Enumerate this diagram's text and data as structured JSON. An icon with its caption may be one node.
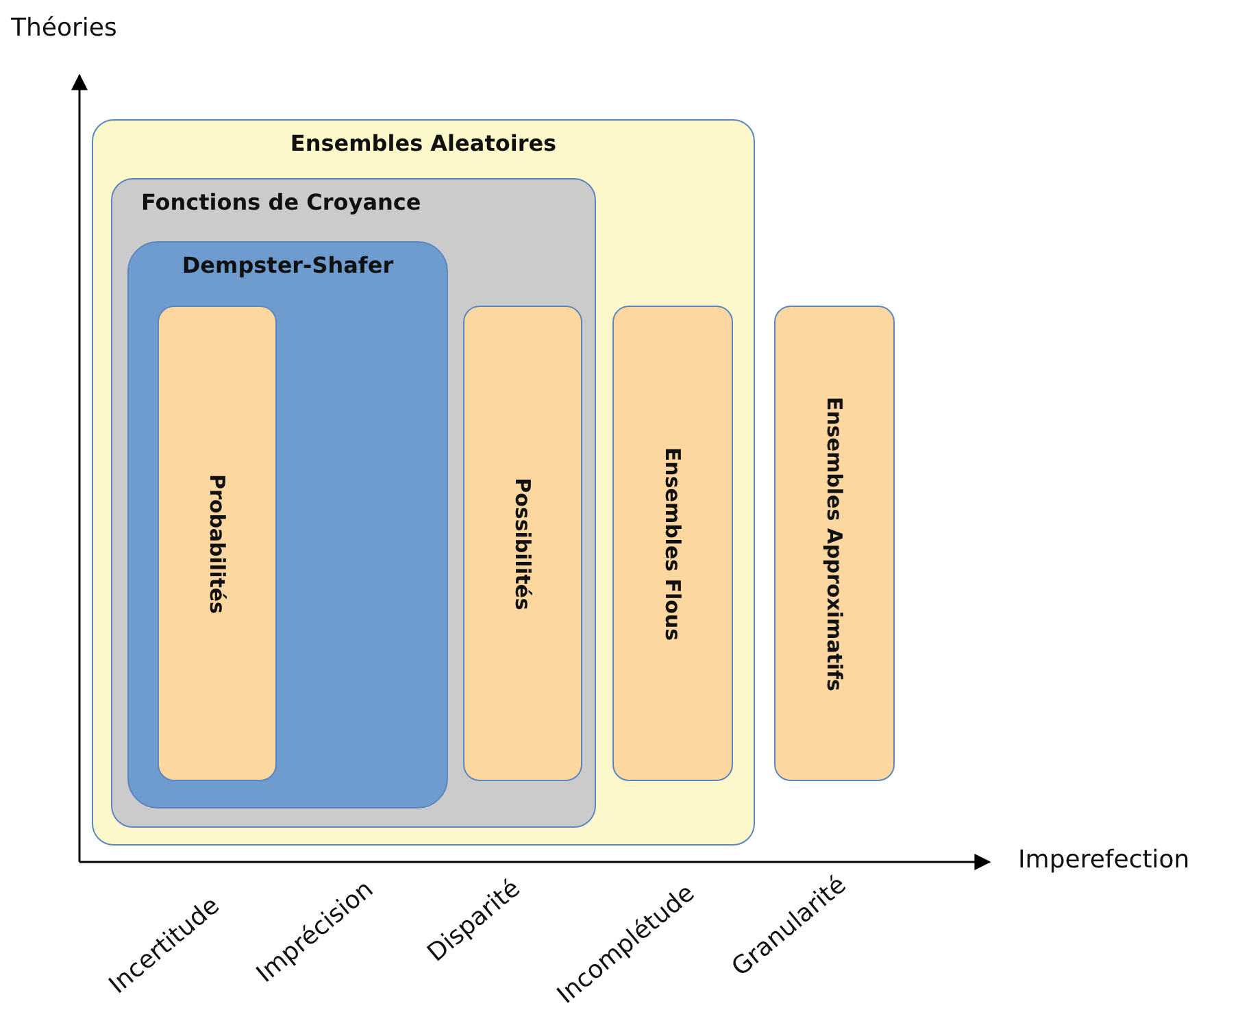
{
  "diagram": {
    "nodes": [
      {
        "text": [
          "Ensembles Aleatoires"
        ]
      },
      {
        "text": [
          "Fonctions de Croyance"
        ],
        "in": 0
      },
      {
        "text": [
          "Dempster-Shafer"
        ],
        "in": 1
      },
      {
        "text": [
          "Probabilités"
        ],
        "in": 2
      },
      {
        "text": [
          "Possibilités"
        ],
        "in": 1
      },
      {
        "text": [
          "Ensembles Flous"
        ],
        "in": 0
      },
      {
        "text": [
          "Ensembles Approximatifs"
        ]
      }
    ],
    "labels": [
      "Théories",
      "Imperefection",
      "Incertitude",
      "Imprécision",
      "Disparité",
      "Incomplétude",
      "Granularité"
    ]
  }
}
